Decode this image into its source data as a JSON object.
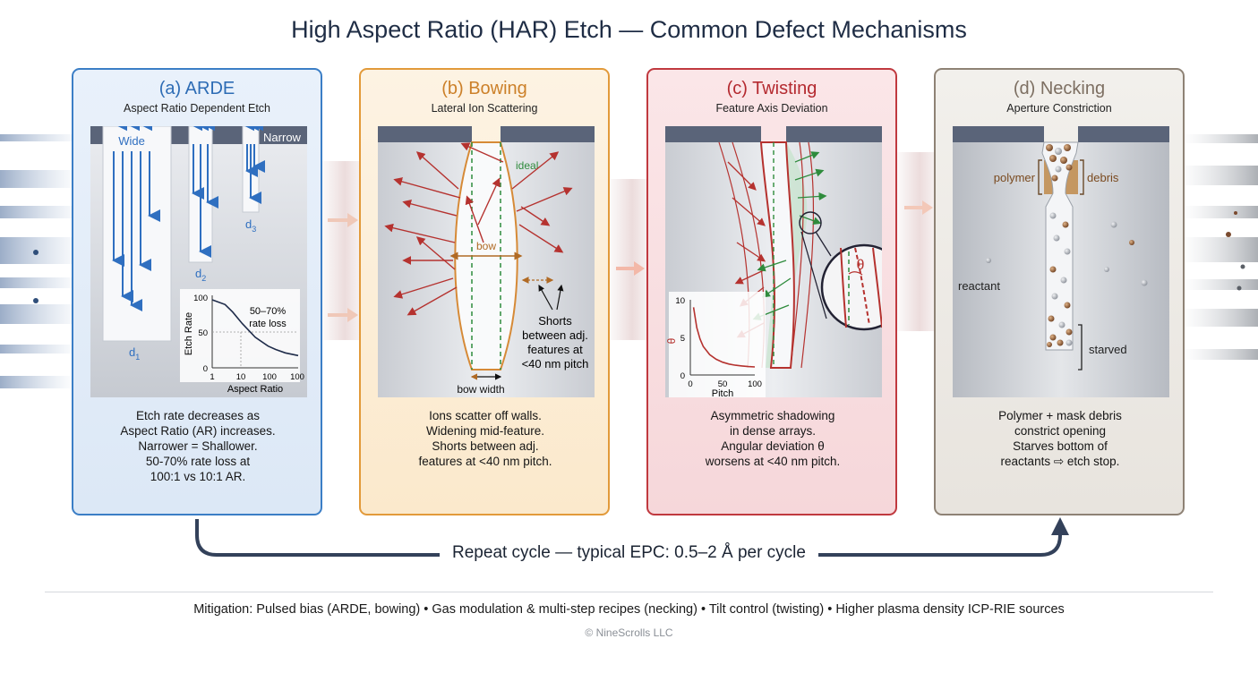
{
  "title": "High Aspect Ratio (HAR) Etch — Common Defect Mechanisms",
  "panels": [
    {
      "title": "(a) ARDE",
      "subtitle": "Aspect Ratio Dependent Etch",
      "labels": {
        "wide": "Wide",
        "narrow": "Narrow",
        "d1": "d",
        "d2": "d",
        "d3": "d",
        "d1_sub": "1",
        "d2_sub": "2",
        "d3_sub": "3"
      },
      "caption": [
        "Etch rate decreases as",
        "Aspect Ratio (AR) increases.",
        "Narrower = Shallower.",
        "50-70% rate loss at",
        "100:1 vs 10:1 AR."
      ]
    },
    {
      "title": "(b) Bowing",
      "subtitle": "Lateral Ion Scattering",
      "labels": {
        "ideal": "ideal",
        "bow": "bow",
        "bow_width": "bow width",
        "shorts_1": "Shorts",
        "shorts_2": "between adj.",
        "shorts_3": "features at",
        "shorts_4": "<40 nm pitch"
      },
      "caption": [
        "Ions scatter off walls.",
        "Widening mid-feature.",
        "Shorts between adj.",
        "features at <40 nm pitch."
      ]
    },
    {
      "title": "(c) Twisting",
      "subtitle": "Feature Axis Deviation",
      "labels": {
        "theta": "θ"
      },
      "caption": [
        "Asymmetric shadowing",
        "in dense arrays.",
        "Angular deviation θ",
        "worsens at <40 nm pitch."
      ]
    },
    {
      "title": "(d) Necking",
      "subtitle": "Aperture Constriction",
      "labels": {
        "polymer": "polymer",
        "debris": "debris",
        "reactant": "reactant",
        "starved": "starved"
      },
      "caption": [
        "Polymer + mask debris",
        "constrict opening",
        "Starves bottom of",
        "reactants ⇨ etch stop."
      ]
    }
  ],
  "chart_data": [
    {
      "type": "line",
      "title": "",
      "xlabel": "Aspect Ratio",
      "ylabel": "Etch Rate",
      "x_scale": "log",
      "xlim": [
        1,
        100
      ],
      "ylim": [
        0,
        100
      ],
      "xticks": [
        "1",
        "10",
        "100",
        "100"
      ],
      "yticks": [
        "100",
        "50",
        "0"
      ],
      "annotation": [
        "50–70%",
        "rate loss"
      ],
      "x": [
        1,
        2,
        3,
        5,
        10,
        20,
        30,
        50,
        100
      ],
      "y": [
        100,
        93,
        82,
        65,
        45,
        32,
        27,
        22,
        18
      ]
    },
    {
      "type": "line",
      "title": "",
      "xlabel": "Pitch",
      "ylabel": "θ",
      "xlim": [
        0,
        100
      ],
      "ylim": [
        0,
        10
      ],
      "xticks": [
        "0",
        "50",
        "100"
      ],
      "yticks": [
        "10",
        "5",
        "0"
      ],
      "x": [
        5,
        10,
        15,
        20,
        30,
        40,
        50,
        60,
        70,
        80,
        90,
        100
      ],
      "y": [
        9,
        6.3,
        4.8,
        3.8,
        2.7,
        2.1,
        1.7,
        1.45,
        1.3,
        1.2,
        1.12,
        1.07
      ]
    }
  ],
  "cycle": {
    "label": "Repeat cycle — typical EPC: 0.5–2 Å per cycle"
  },
  "footer": {
    "mitigation": "Mitigation: Pulsed bias (ARDE, bowing)  •  Gas modulation & multi-step recipes (necking)  •  Tilt control (twisting)  •  Higher plasma density ICP-RIE sources",
    "copyright": "© NineScrolls LLC"
  },
  "colors": {
    "arde": "#2d6cb5",
    "bowing": "#e29a3a",
    "twisting": "#c0393f",
    "necking": "#8e8275",
    "ion_arrow": "#b5322f",
    "green_arrow": "#2e8b3c"
  }
}
